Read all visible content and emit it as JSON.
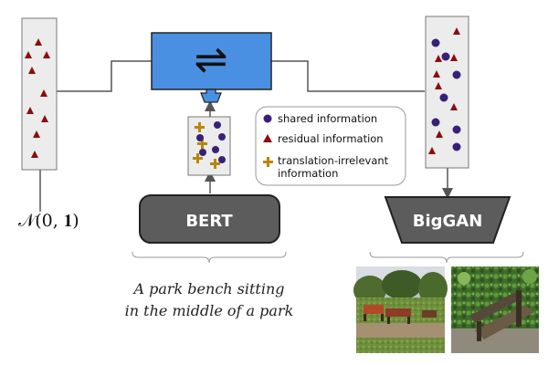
{
  "noise_label": "𝒩(0, 𝟏)",
  "translator": {
    "symbol": "⇌",
    "color": "#4a90e2"
  },
  "encoder": {
    "label": "BERT",
    "color": "#5c5c5c"
  },
  "generator": {
    "label": "BigGAN",
    "color": "#5c5c5c"
  },
  "legend": {
    "items": [
      {
        "marker": "circle",
        "color": "#3a1f7a",
        "text": "shared information"
      },
      {
        "marker": "triangle",
        "color": "#8b0d0d",
        "text": "residual information"
      },
      {
        "marker": "plus",
        "color": "#b8860b",
        "text": "translation-irrelevant",
        "text2": "information"
      }
    ]
  },
  "caption": {
    "line1": "A park bench sitting",
    "line2": "in the middle of a park"
  },
  "images": [
    {
      "name": "park-photo-icon",
      "desc": "park with benches"
    },
    {
      "name": "bench-vines-photo-icon",
      "desc": "bench in vines"
    }
  ]
}
